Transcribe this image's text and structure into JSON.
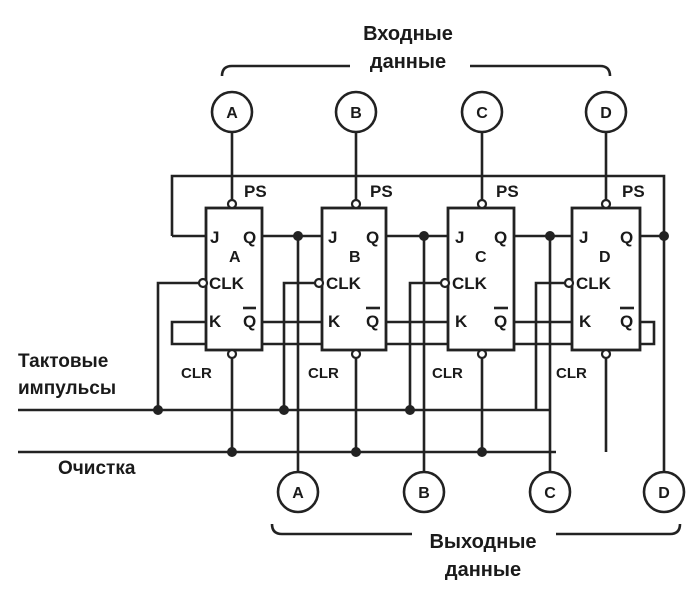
{
  "diagram": {
    "input_header": [
      "Входные",
      "данные"
    ],
    "output_header": [
      "Выходные",
      "данные"
    ],
    "clock_label": [
      "Тактовые",
      "импульсы"
    ],
    "clear_label": "Очистка",
    "flipflops": [
      {
        "name": "A",
        "in_label": "A",
        "out_label": "A"
      },
      {
        "name": "B",
        "in_label": "B",
        "out_label": "B"
      },
      {
        "name": "C",
        "in_label": "C",
        "out_label": "C"
      },
      {
        "name": "D",
        "in_label": "D",
        "out_label": "D"
      }
    ],
    "pins": {
      "ps": "PS",
      "j": "J",
      "q": "Q",
      "clk": "CLK",
      "k": "K",
      "qbar": "Q",
      "clr": "CLR"
    }
  }
}
